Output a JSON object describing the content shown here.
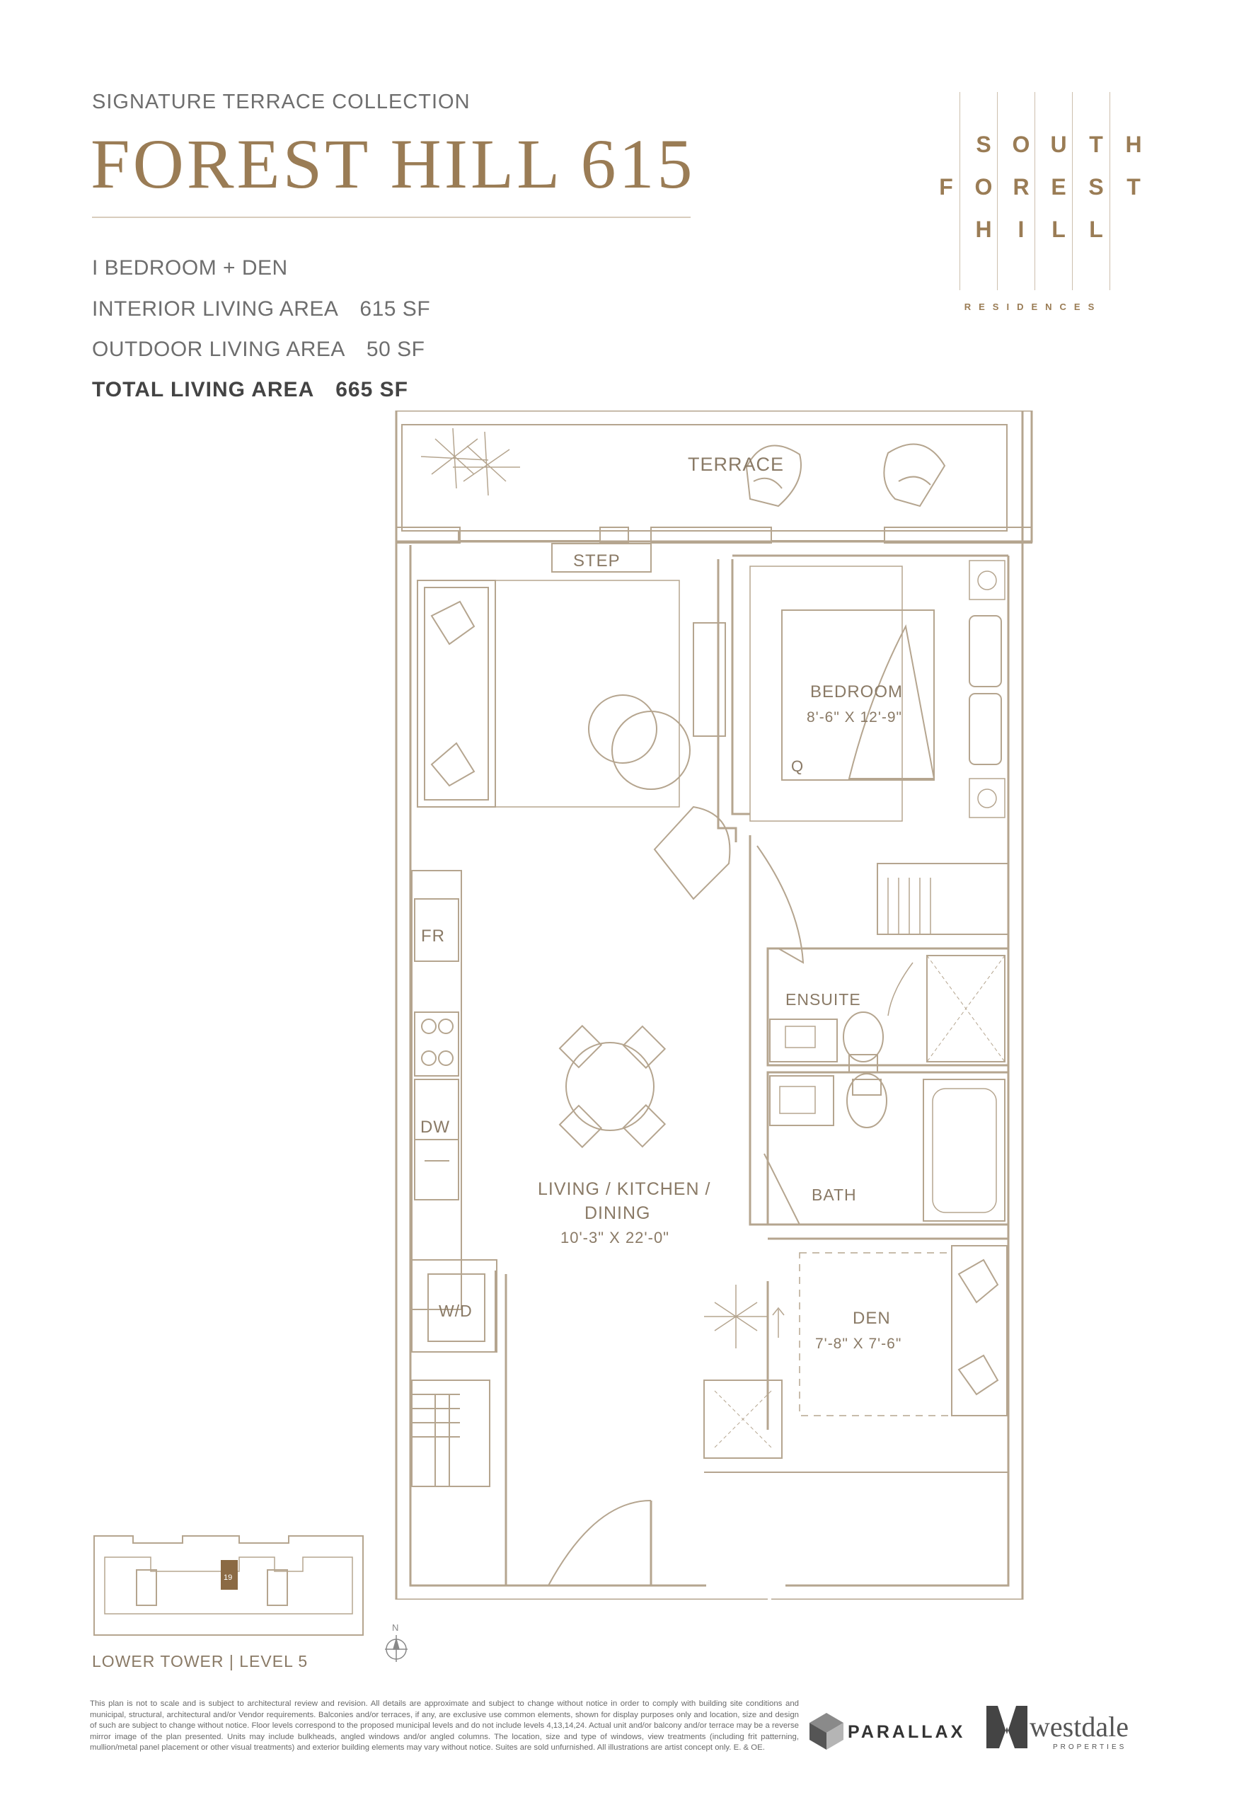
{
  "header": {
    "collection": "SIGNATURE TERRACE COLLECTION",
    "title": "FOREST HILL 615"
  },
  "specs": [
    {
      "label": "I BEDROOM + DEN",
      "value": ""
    },
    {
      "label": "INTERIOR LIVING AREA",
      "value": "615 SF"
    },
    {
      "label": "OUTDOOR LIVING AREA",
      "value": "50 SF"
    },
    {
      "label": "TOTAL LIVING AREA",
      "value": "665 SF"
    }
  ],
  "logo": {
    "rows": [
      [
        "S",
        "O",
        "U",
        "T",
        "H"
      ],
      [
        "F",
        "O",
        "R",
        "E",
        "S",
        "T"
      ],
      [
        "H",
        "I",
        "L",
        "L"
      ]
    ],
    "subtitle": "RESIDENCES"
  },
  "plan": {
    "terrace": "TERRACE",
    "step": "STEP",
    "bedroom_name": "BEDROOM",
    "bedroom_dims": "8'-6\" X 12'-9\"",
    "fridge": "FR",
    "ensuite": "ENSUITE",
    "dishwasher": "DW",
    "living_line1": "LIVING / KITCHEN /",
    "living_line2": "DINING",
    "living_dims": "10'-3\" X 22'-0\"",
    "bath": "BATH",
    "washer_dryer": "W/D",
    "den_name": "DEN",
    "den_dims": "7'-8\" X 7'-6\"",
    "bed_mark": "Q"
  },
  "keyplan": {
    "unit_number": "19",
    "label": "LOWER TOWER | LEVEL 5",
    "north": "N"
  },
  "disclaimer": "This plan is not to scale and is subject to architectural review and revision. All details are approximate and subject to change without notice in order to comply with building site conditions and municipal, structural, architectural and/or Vendor requirements. Balconies and/or terraces, if any, are exclusive use common elements, shown for display purposes only and location, size and design of such are subject to change without notice. Floor levels correspond to the proposed municipal levels and do not include levels 4,13,14,24. Actual unit and/or balcony and/or terrace may be a reverse mirror image of the plan presented. Units may include bulkheads, angled windows and/or angled columns. The location, size and type of windows, view treatments (including frit patterning, mullion/metal panel placement or other visual treatments) and exterior building elements may vary without notice. Suites are sold unfurnished. All illustrations are artist concept only. E. & OE.",
  "brands": {
    "parallax": "PARALLAX",
    "westdale": "westdale",
    "westdale_sub": "PROPERTIES"
  },
  "colors": {
    "accent": "#9a7c55",
    "line": "#b5a58f",
    "text": "#6e6e6e"
  }
}
